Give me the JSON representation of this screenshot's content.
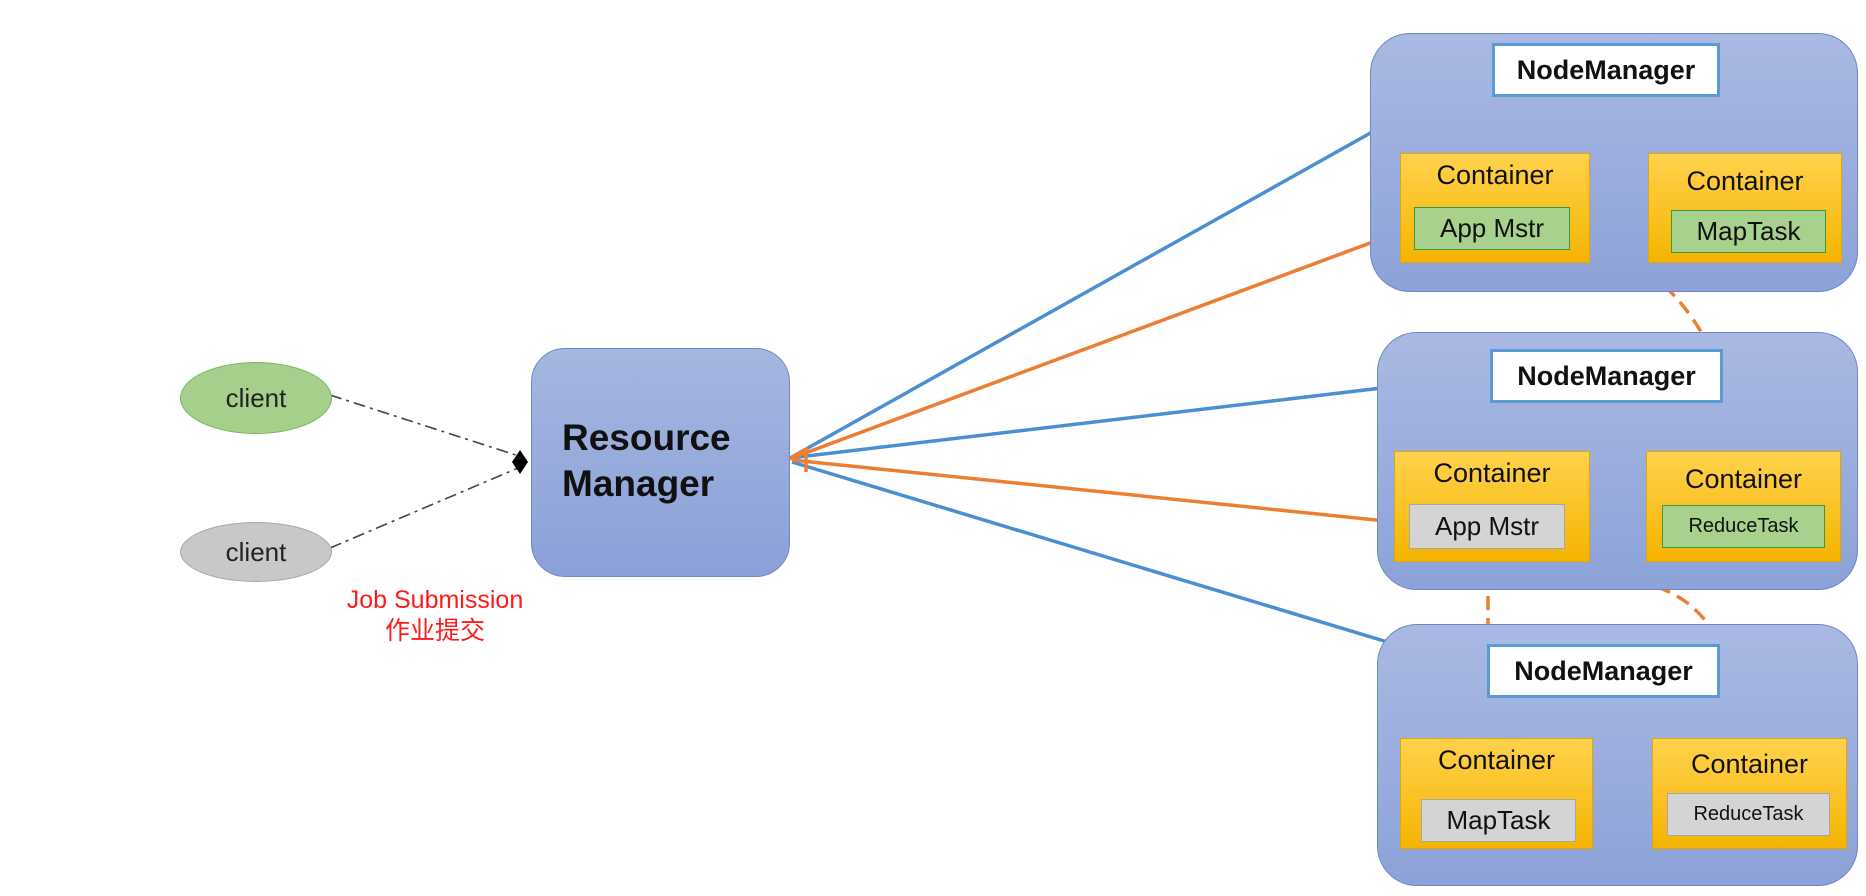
{
  "clients": [
    {
      "label": "client",
      "color": "#a6cf8b"
    },
    {
      "label": "client",
      "color": "#c8c8c8"
    }
  ],
  "job_submission": {
    "line1": "Job Submission",
    "line2": "作业提交",
    "color": "#ff1a1a"
  },
  "resource_manager": {
    "line1": "Resource",
    "line2": "Manager"
  },
  "nodes": [
    {
      "node_manager": "NodeManager",
      "containers": [
        {
          "label": "Container",
          "task": "App Mstr"
        },
        {
          "label": "Container",
          "task": "MapTask"
        }
      ]
    },
    {
      "node_manager": "NodeManager",
      "containers": [
        {
          "label": "Container",
          "task": "App Mstr"
        },
        {
          "label": "Container",
          "task": "ReduceTask"
        }
      ]
    },
    {
      "node_manager": "NodeManager",
      "containers": [
        {
          "label": "Container",
          "task": "MapTask"
        },
        {
          "label": "Container",
          "task": "ReduceTask"
        }
      ]
    }
  ],
  "colors": {
    "blue_arrow": "#4a90d0",
    "orange_arrow": "#ed7d31",
    "node_bg": "#8ca2d8",
    "container": "#f5b400"
  }
}
